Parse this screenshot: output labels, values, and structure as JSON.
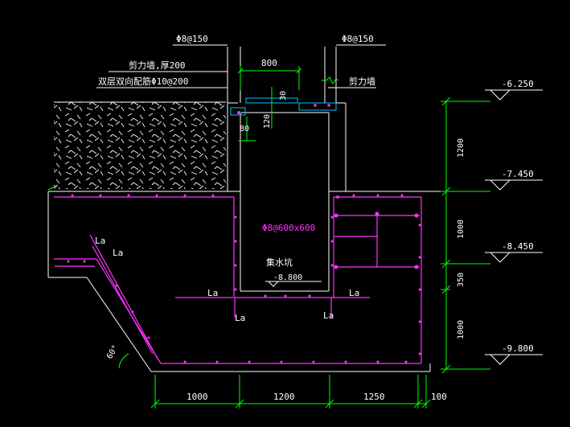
{
  "colors": {
    "background": "#000000",
    "outline": "#ffffff",
    "rebar": "#ff33ff",
    "dimension": "#00ff00",
    "label": "#ffffff",
    "cover": "#00c8ff",
    "hatch": "#ffffff"
  },
  "annotations": {
    "rebar_left_top": "Φ8@150",
    "rebar_right_top": "Φ8@150",
    "wall_left": "剪力墙,厚200",
    "wall_left_bars": "双层双向配筋Φ10@200",
    "wall_right": "剪力墙",
    "opening_width": "800",
    "cover_gap": "30",
    "dim_80": "80",
    "dim_120": "120",
    "mesh": "Φ8@600x600",
    "pit_name": "集水坑",
    "pit_level": "-8.800",
    "anchor_la": "La",
    "angle": "60°"
  },
  "elevations": {
    "e1": "-6.250",
    "e2": "-7.450",
    "e3": "-8.450",
    "e4": "-9.800"
  },
  "vertical_dims": {
    "d1": "1200",
    "d2": "1000",
    "d3": "350",
    "d4": "1000"
  },
  "horizontal_dims": {
    "d1": "1000",
    "d2": "1200",
    "d3": "1250",
    "d4": "100"
  }
}
